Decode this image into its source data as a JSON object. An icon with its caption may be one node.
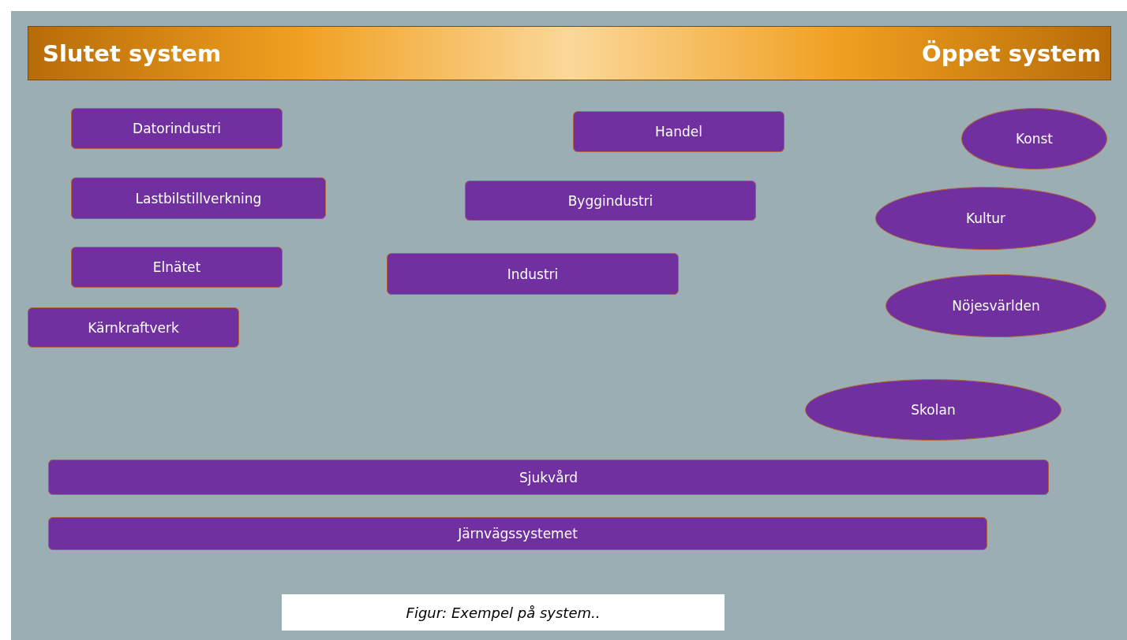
{
  "diagram": {
    "caption": "Figur: Exempel på system..",
    "nodes": [
      {
        "text": [
          "Slutet system",
          "Öppet system"
        ]
      },
      {
        "text": [
          "Datorindustri"
        ]
      },
      {
        "text": [
          "Handel"
        ]
      },
      {
        "text": [
          "Konst"
        ]
      },
      {
        "text": [
          "Lastbilstillverkning"
        ]
      },
      {
        "text": [
          "Byggindustri"
        ]
      },
      {
        "text": [
          "Kultur"
        ]
      },
      {
        "text": [
          "Elnätet"
        ]
      },
      {
        "text": [
          "Industri"
        ]
      },
      {
        "text": [
          "Nöjesvärlden"
        ]
      },
      {
        "text": [
          "Kärnkraftverk"
        ]
      },
      {
        "text": [
          "Skolan"
        ]
      },
      {
        "text": [
          "Sjukvård"
        ]
      },
      {
        "text": [
          "Järnvägssystemet"
        ]
      }
    ],
    "edges": []
  }
}
